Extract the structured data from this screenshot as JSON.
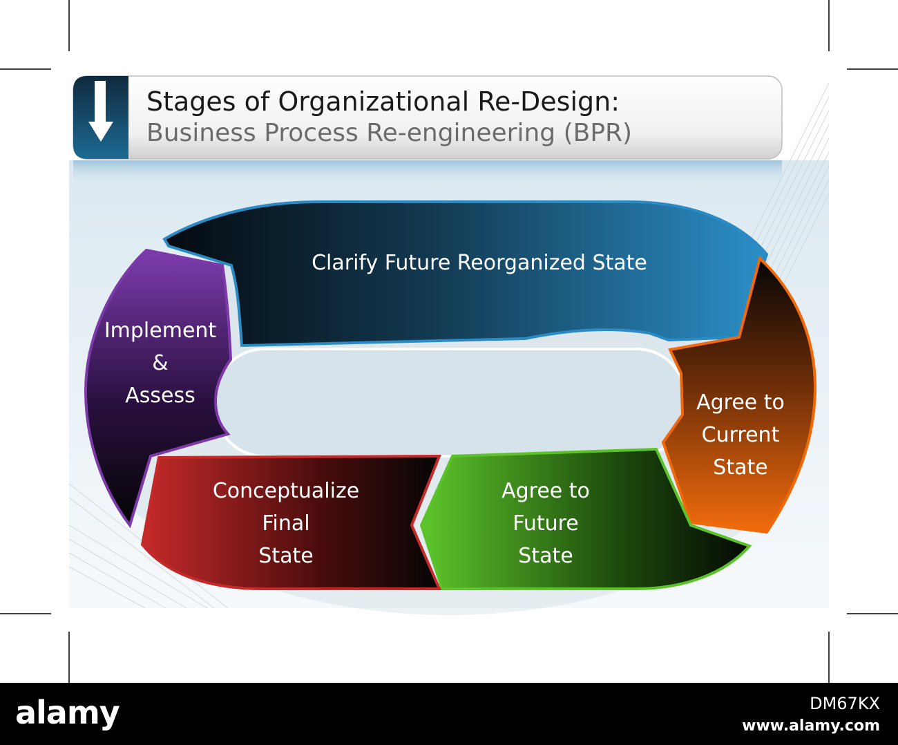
{
  "title": {
    "main": "Stages of Organizational Re-Design:",
    "sub": "Business Process Re-engineering (BPR)"
  },
  "stages": [
    {
      "lines": [
        "Clarify Future Reorganized State"
      ],
      "color": "#2a8bc4"
    },
    {
      "lines": [
        "Agree to",
        "Current",
        "State"
      ],
      "color": "#f06a0c"
    },
    {
      "lines": [
        "Agree to",
        "Future",
        "State"
      ],
      "color": "#5cc22a"
    },
    {
      "lines": [
        "Conceptualize",
        "Final",
        "State"
      ],
      "color": "#c42a2a"
    },
    {
      "lines": [
        "Implement",
        "&",
        "Assess"
      ],
      "color": "#7b3aa8"
    }
  ],
  "footer": {
    "brand": "alamy",
    "image_id": "DM67KX",
    "site": "www.alamy.com"
  },
  "icons": {
    "title_arrow": "down-arrow-icon"
  }
}
